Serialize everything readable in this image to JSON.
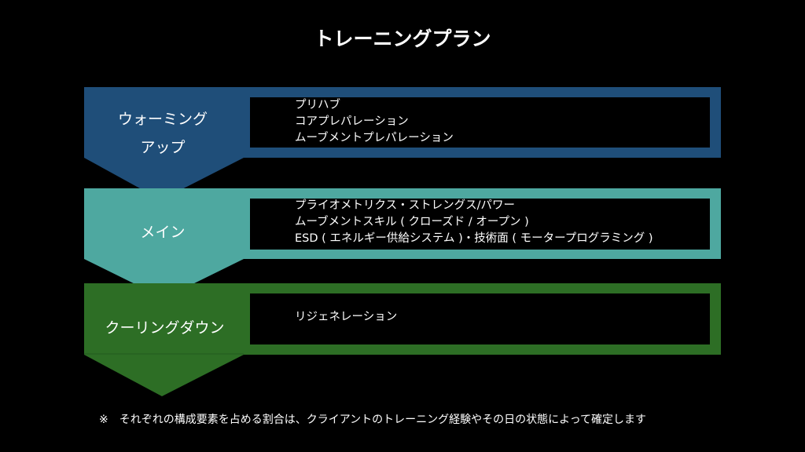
{
  "title": "トレーニングプラン",
  "colors": {
    "warmup": "#1f4e79",
    "main": "#4ea8a0",
    "cooldown": "#2d6e25"
  },
  "stages": [
    {
      "label_lines": [
        "ウォーミング",
        "アップ"
      ],
      "items": [
        "プリハブ",
        "コアプレパレーション",
        "ムーブメントプレパレーション"
      ]
    },
    {
      "label_lines": [
        "メイン"
      ],
      "items": [
        "プライオメトリクス・ストレングス/パワー",
        "ムーブメントスキル ( クローズド / オープン )",
        "ESD ( エネルギー供給システム )・技術面 ( モータープログラミング )"
      ]
    },
    {
      "label_lines": [
        "クーリングダウン"
      ],
      "items": [
        "リジェネレーション"
      ]
    }
  ],
  "note": "※　それぞれの構成要素を占める割合は、クライアントのトレーニング経験やその日の状態によって確定します"
}
